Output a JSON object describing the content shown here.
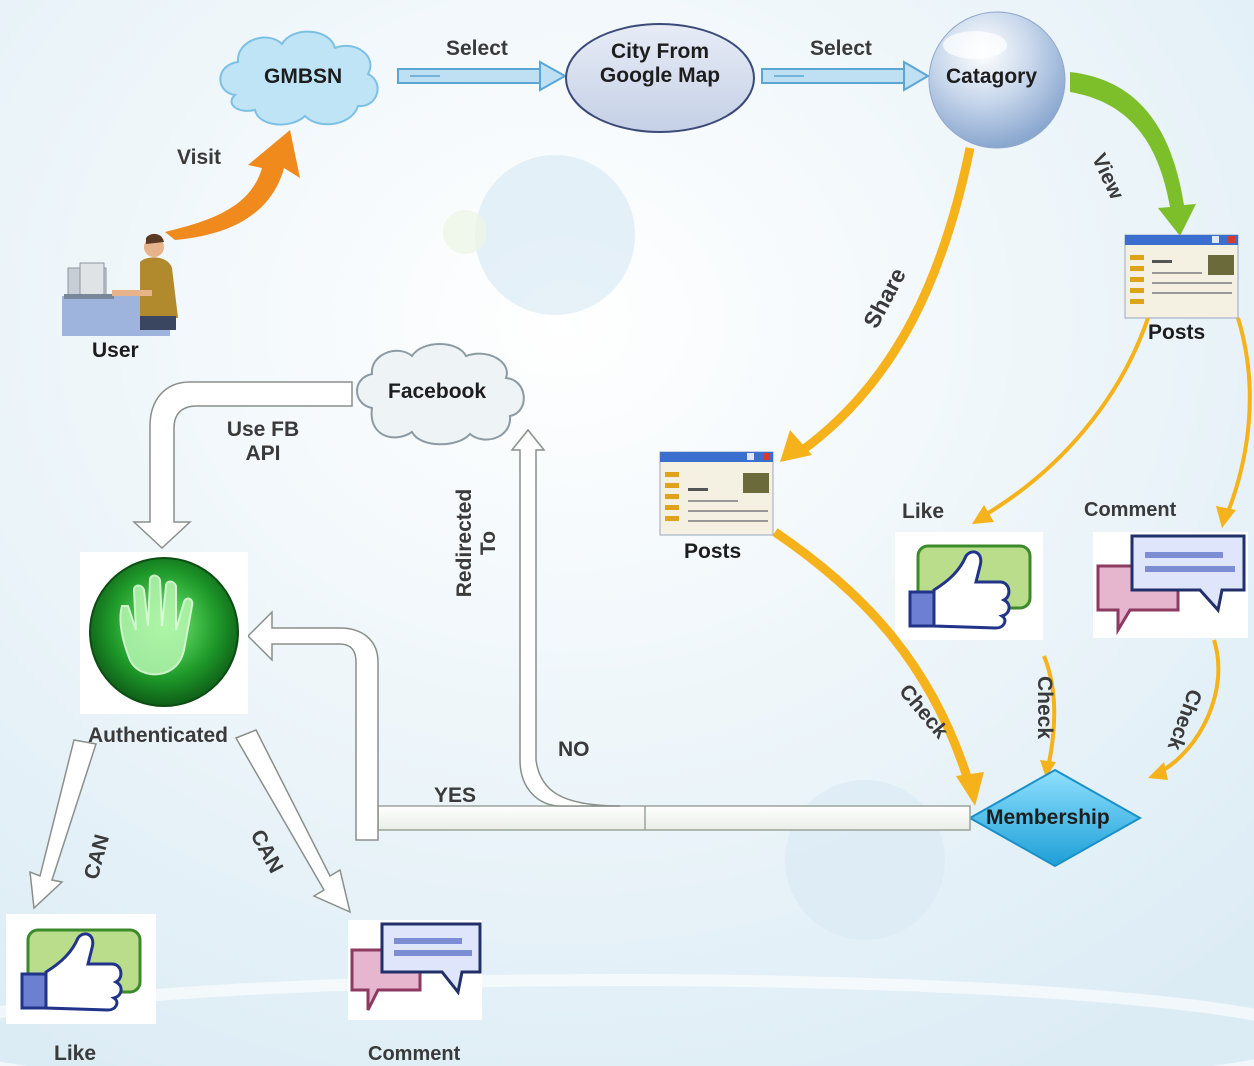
{
  "nodes": {
    "gmbsn": "GMBSN",
    "city_line1": "City From",
    "city_line2": "Google Map",
    "catagory": "Catagory",
    "user": "User",
    "facebook": "Facebook",
    "authenticated": "Authenticated",
    "membership": "Membership",
    "posts_top": "Posts",
    "posts_mid": "Posts",
    "like_right": "Like",
    "comment_right": "Comment",
    "like_bottom": "Like",
    "comment_bottom": "Comment"
  },
  "edges": {
    "select_1": "Select",
    "select_2": "Select",
    "visit": "Visit",
    "view": "View",
    "share": "Share",
    "use_fb_line1": "Use FB",
    "use_fb_line2": "API",
    "redirected_line1": "Redirected",
    "redirected_line2": "To",
    "no": "NO",
    "yes": "YES",
    "check_1": "Check",
    "check_2": "Check",
    "check_3": "Check",
    "can_1": "CAN",
    "can_2": "CAN"
  },
  "colors": {
    "background": "#e9f3f8",
    "orange_arrow": "#f08a1c",
    "green_arrow": "#7cbf2a",
    "yellow_arrow": "#f5b21a",
    "membership_diamond": "#3fb6e6",
    "auth_green": "#1a8f2a"
  },
  "icons": [
    "cloud-icon",
    "user-computer-icon",
    "window-icon",
    "like-thumb-icon",
    "comment-bubbles-icon",
    "hand-icon"
  ]
}
